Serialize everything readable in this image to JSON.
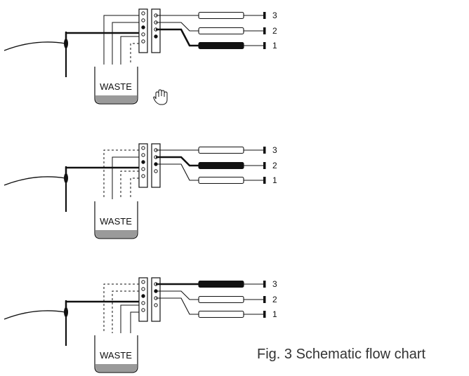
{
  "caption": "Fig. 3 Schematic flow chart",
  "panels": [
    {
      "waste_label": "WASTE",
      "outputs": [
        {
          "label": "3",
          "active": false
        },
        {
          "label": "2",
          "active": false
        },
        {
          "label": "1",
          "active": true
        }
      ]
    },
    {
      "waste_label": "WASTE",
      "outputs": [
        {
          "label": "3",
          "active": false
        },
        {
          "label": "2",
          "active": true
        },
        {
          "label": "1",
          "active": false
        }
      ]
    },
    {
      "waste_label": "WASTE",
      "outputs": [
        {
          "label": "3",
          "active": true
        },
        {
          "label": "2",
          "active": false
        },
        {
          "label": "1",
          "active": false
        }
      ]
    }
  ],
  "colors": {
    "line": "#111111",
    "waste_fill": "#9a9a9a",
    "active_tube": "#111111",
    "inactive_tube": "#ffffff",
    "caption": "#333333"
  },
  "icons": [
    "hand-cursor-icon"
  ]
}
